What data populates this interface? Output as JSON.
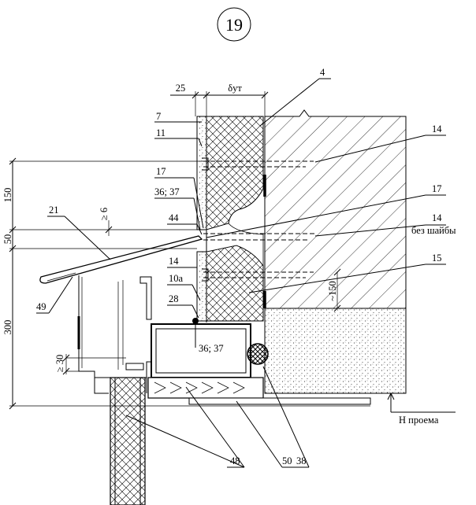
{
  "sheet_number": "19",
  "dimensions": {
    "d25": "25",
    "d_ut": "δут",
    "d150": "150",
    "d50": "50",
    "d300": "300",
    "ge6": "≥ 6",
    "ge30": "≥ 30",
    "le150": "~150"
  },
  "callouts": {
    "c4": "4",
    "c7": "7",
    "c11": "11",
    "c14a": "14",
    "c17a": "17",
    "c17b": "17",
    "c3637a": "36; 37",
    "c21": "21",
    "c44": "44",
    "c14b": "14",
    "c14b_note": "без шайбы",
    "c14c": "14",
    "c15": "15",
    "c10a": "10а",
    "c28": "28",
    "c49": "49",
    "c3637b": "36; 37",
    "c48": "48",
    "c50": "50",
    "c38": "38",
    "h_opening": "Н проема"
  }
}
